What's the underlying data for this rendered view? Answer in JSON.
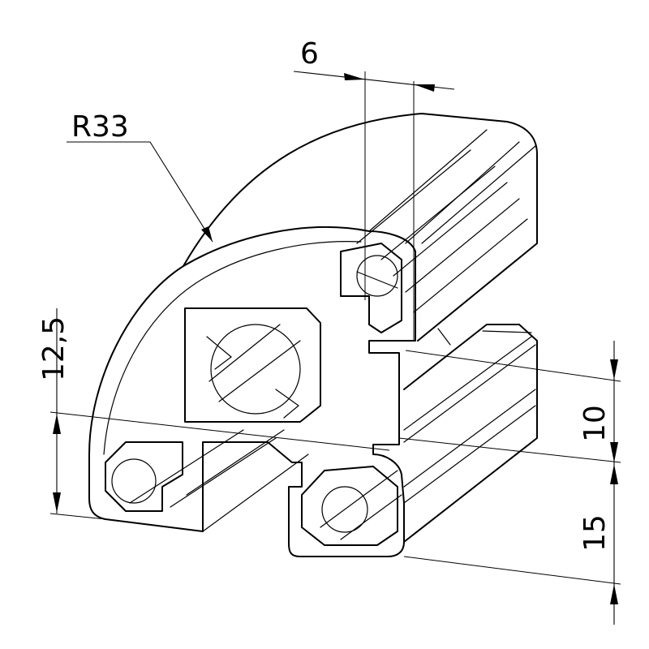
{
  "drawing": {
    "radius_label": "R33",
    "dims": {
      "top": "6",
      "left": "12,5",
      "right_upper": "10",
      "right_lower": "15"
    }
  }
}
